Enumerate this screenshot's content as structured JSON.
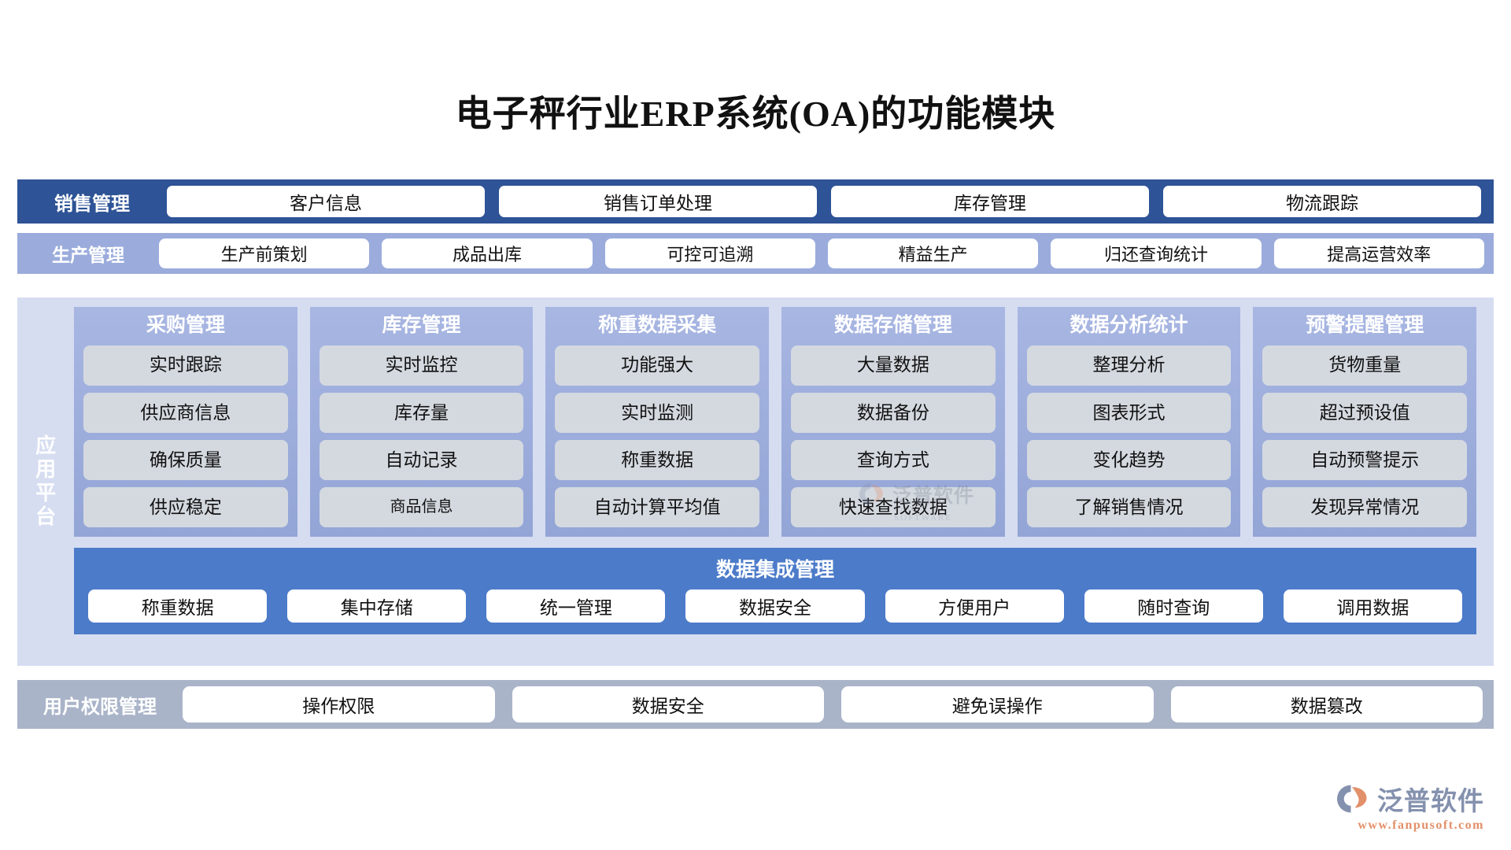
{
  "title": "电子秤行业ERP系统(OA)的功能模块",
  "sales": {
    "label": "销售管理",
    "items": [
      "客户信息",
      "销售订单处理",
      "库存管理",
      "物流跟踪"
    ]
  },
  "production": {
    "label": "生产管理",
    "items": [
      "生产前策划",
      "成品出库",
      "可控可追溯",
      "精益生产",
      "归还查询统计",
      "提高运营效率"
    ]
  },
  "platform": {
    "label": "应用平台",
    "columns": [
      {
        "title": "采购管理",
        "items": [
          "实时跟踪",
          "供应商信息",
          "确保质量",
          "供应稳定"
        ]
      },
      {
        "title": "库存管理",
        "items": [
          "实时监控",
          "库存量",
          "自动记录",
          "商品信息"
        ]
      },
      {
        "title": "称重数据采集",
        "items": [
          "功能强大",
          "实时监测",
          "称重数据",
          "自动计算平均值"
        ]
      },
      {
        "title": "数据存储管理",
        "items": [
          "大量数据",
          "数据备份",
          "查询方式",
          "快速查找数据"
        ]
      },
      {
        "title": "数据分析统计",
        "items": [
          "整理分析",
          "图表形式",
          "变化趋势",
          "了解销售情况"
        ]
      },
      {
        "title": "预警提醒管理",
        "items": [
          "货物重量",
          "超过预设值",
          "自动预警提示",
          "发现异常情况"
        ]
      }
    ],
    "integration": {
      "title": "数据集成管理",
      "items": [
        "称重数据",
        "集中存储",
        "统一管理",
        "数据安全",
        "方便用户",
        "随时查询",
        "调用数据"
      ]
    }
  },
  "permission": {
    "label": "用户权限管理",
    "items": [
      "操作权限",
      "数据安全",
      "避免误操作",
      "数据篡改"
    ]
  },
  "watermark": {
    "name": "泛普软件",
    "sub": "FANPU SOFTWARE"
  },
  "brand": {
    "name": "泛普软件",
    "url": "www.fanpusoft.com"
  },
  "colors": {
    "sales_bar": "#2E5396",
    "production_bar": "#9BACDC",
    "platform_bg": "#D6DDF1",
    "column_bg": "#9BACDC",
    "cell_bg": "#D4D9E0",
    "integration_bar": "#4C7BC9",
    "permission_bar": "#A9B4C9",
    "brand_accent": "#E2906A"
  }
}
